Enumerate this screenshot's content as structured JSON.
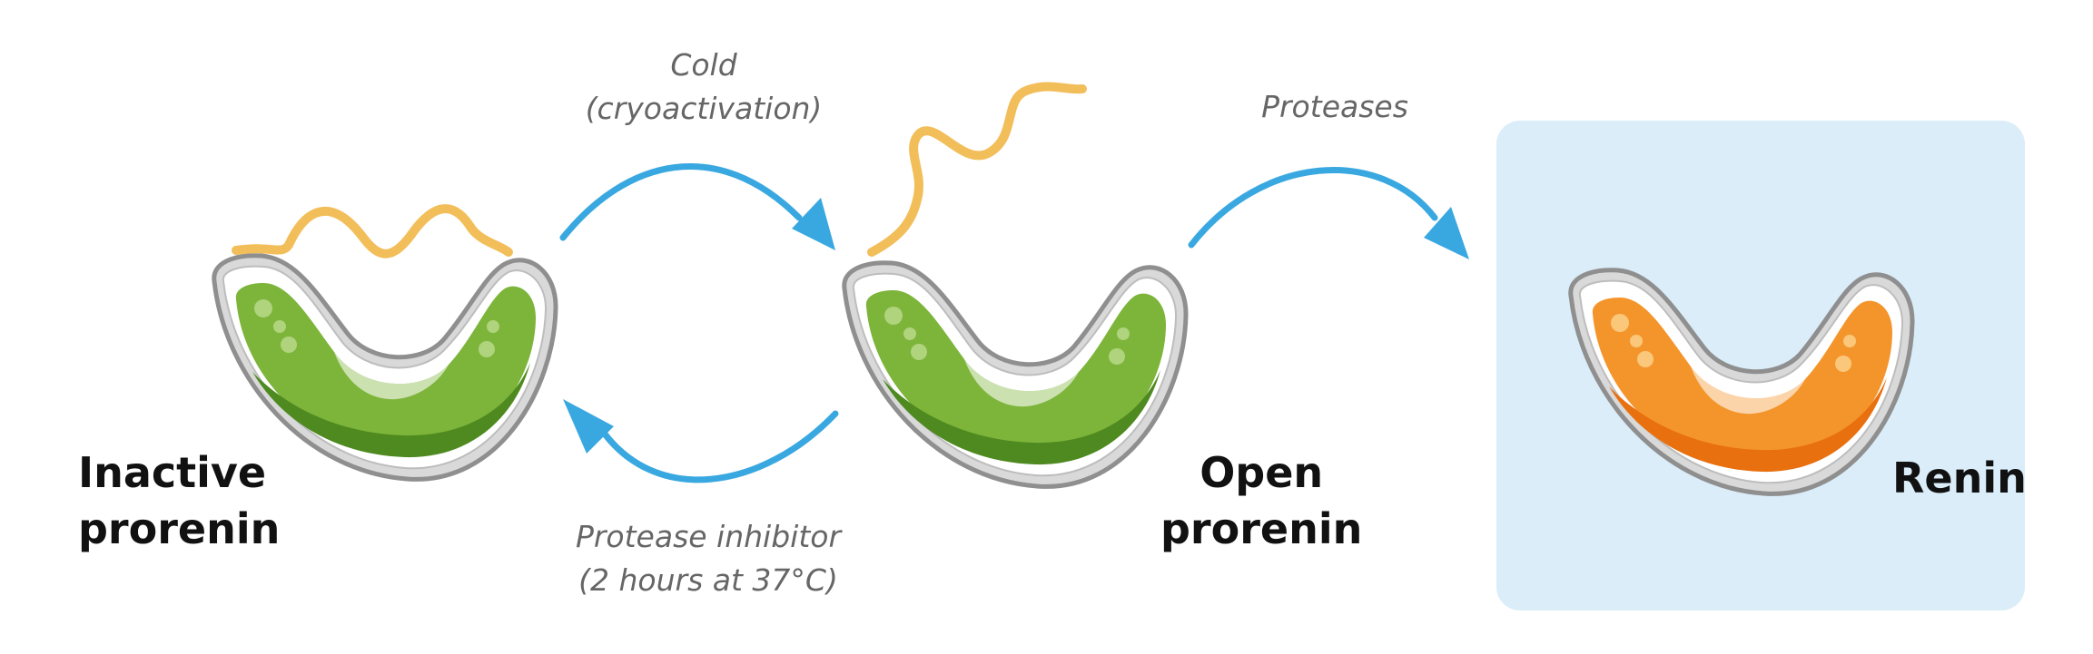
{
  "states": {
    "inactive": {
      "line1": "Inactive",
      "line2": "prorenin"
    },
    "open": {
      "line1": "Open",
      "line2": "prorenin"
    },
    "renin": {
      "label": "Renin"
    }
  },
  "transitions": {
    "cold": {
      "line1": "Cold",
      "line2": "(cryoactivation)"
    },
    "inhibitor": {
      "line1": "Protease inhibitor",
      "line2": "(2 hours at 37°C)"
    },
    "proteases": {
      "label": "Proteases"
    }
  },
  "colors": {
    "arrow": "#3AA8E0",
    "prosegment": "#F2BE5A",
    "prorenin_green": "#7DB43A",
    "prorenin_dark_green": "#4E8A1F",
    "renin_orange": "#F4952C",
    "renin_dark_orange": "#E8700F",
    "renin_panel": "#DAEDF9"
  }
}
